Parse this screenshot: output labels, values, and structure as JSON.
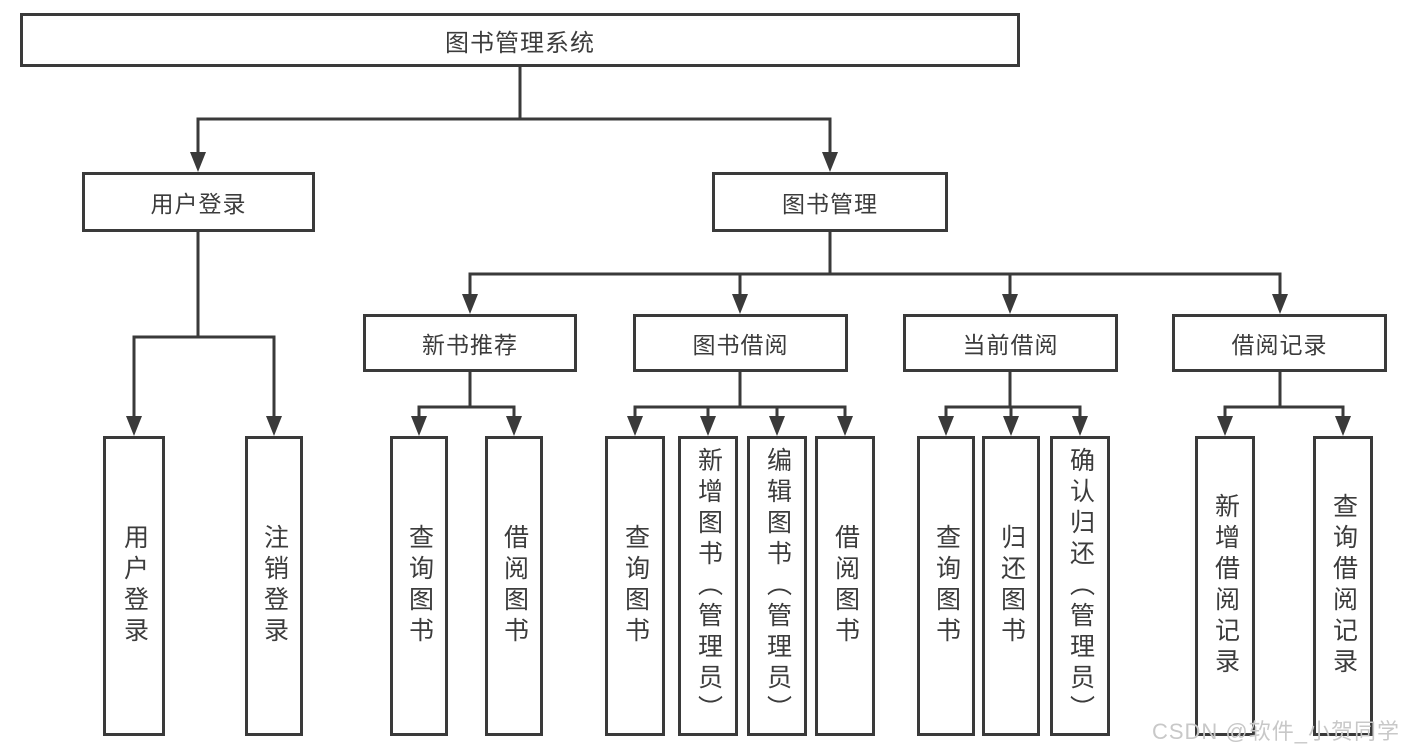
{
  "watermark": "CSDN @软件_小贺同学",
  "colors": {
    "line": "#3a3a3a",
    "node_border": "#3a3a3a",
    "text": "#3c3c3c",
    "watermark": "#c8c8c8",
    "background": "#ffffff"
  },
  "tree": {
    "root": "图书管理系统",
    "branches": [
      {
        "label": "用户登录",
        "children": [
          {
            "label": "用户登录"
          },
          {
            "label": "注销登录"
          }
        ]
      },
      {
        "label": "图书管理",
        "children": [
          {
            "label": "新书推荐",
            "children": [
              {
                "label": "查询图书"
              },
              {
                "label": "借阅图书"
              }
            ]
          },
          {
            "label": "图书借阅",
            "children": [
              {
                "label": "查询图书"
              },
              {
                "label": "新增图书（管理员）"
              },
              {
                "label": "编辑图书（管理员）"
              },
              {
                "label": "借阅图书"
              }
            ]
          },
          {
            "label": "当前借阅",
            "children": [
              {
                "label": "查询图书"
              },
              {
                "label": "归还图书"
              },
              {
                "label": "确认归还（管理员）"
              }
            ]
          },
          {
            "label": "借阅记录",
            "children": [
              {
                "label": "新增借阅记录"
              },
              {
                "label": "查询借阅记录"
              }
            ]
          }
        ]
      }
    ]
  }
}
